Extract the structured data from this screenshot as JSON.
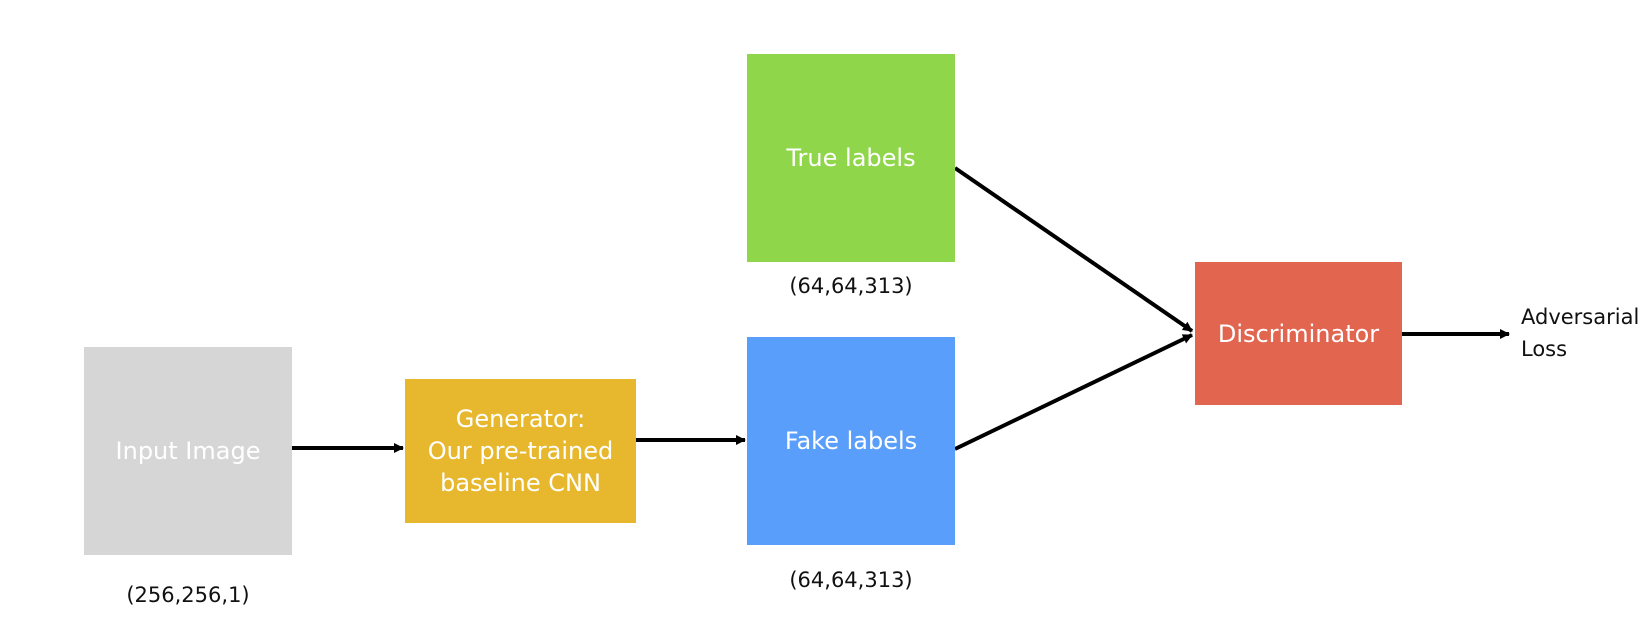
{
  "nodes": {
    "input": {
      "label": "Input Image",
      "color": "#d6d6d6",
      "shape_label": "(256,256,1)"
    },
    "generator": {
      "label": "Generator:\nOur pre-trained\nbaseline CNN",
      "color": "#e7b82d"
    },
    "true_labels": {
      "label": "True labels",
      "color": "#8fd64b",
      "shape_label": "(64,64,313)"
    },
    "fake_labels": {
      "label": "Fake labels",
      "color": "#5a9efc",
      "shape_label": "(64,64,313)"
    },
    "discriminator": {
      "label": "Discriminator",
      "color": "#e1654f"
    }
  },
  "output": {
    "label": "Adversarial\nLoss"
  },
  "edges": [
    {
      "from": "input",
      "to": "generator"
    },
    {
      "from": "generator",
      "to": "fake_labels"
    },
    {
      "from": "true_labels",
      "to": "discriminator"
    },
    {
      "from": "fake_labels",
      "to": "discriminator"
    },
    {
      "from": "discriminator",
      "to": "output"
    }
  ],
  "arrow_color": "#000000"
}
